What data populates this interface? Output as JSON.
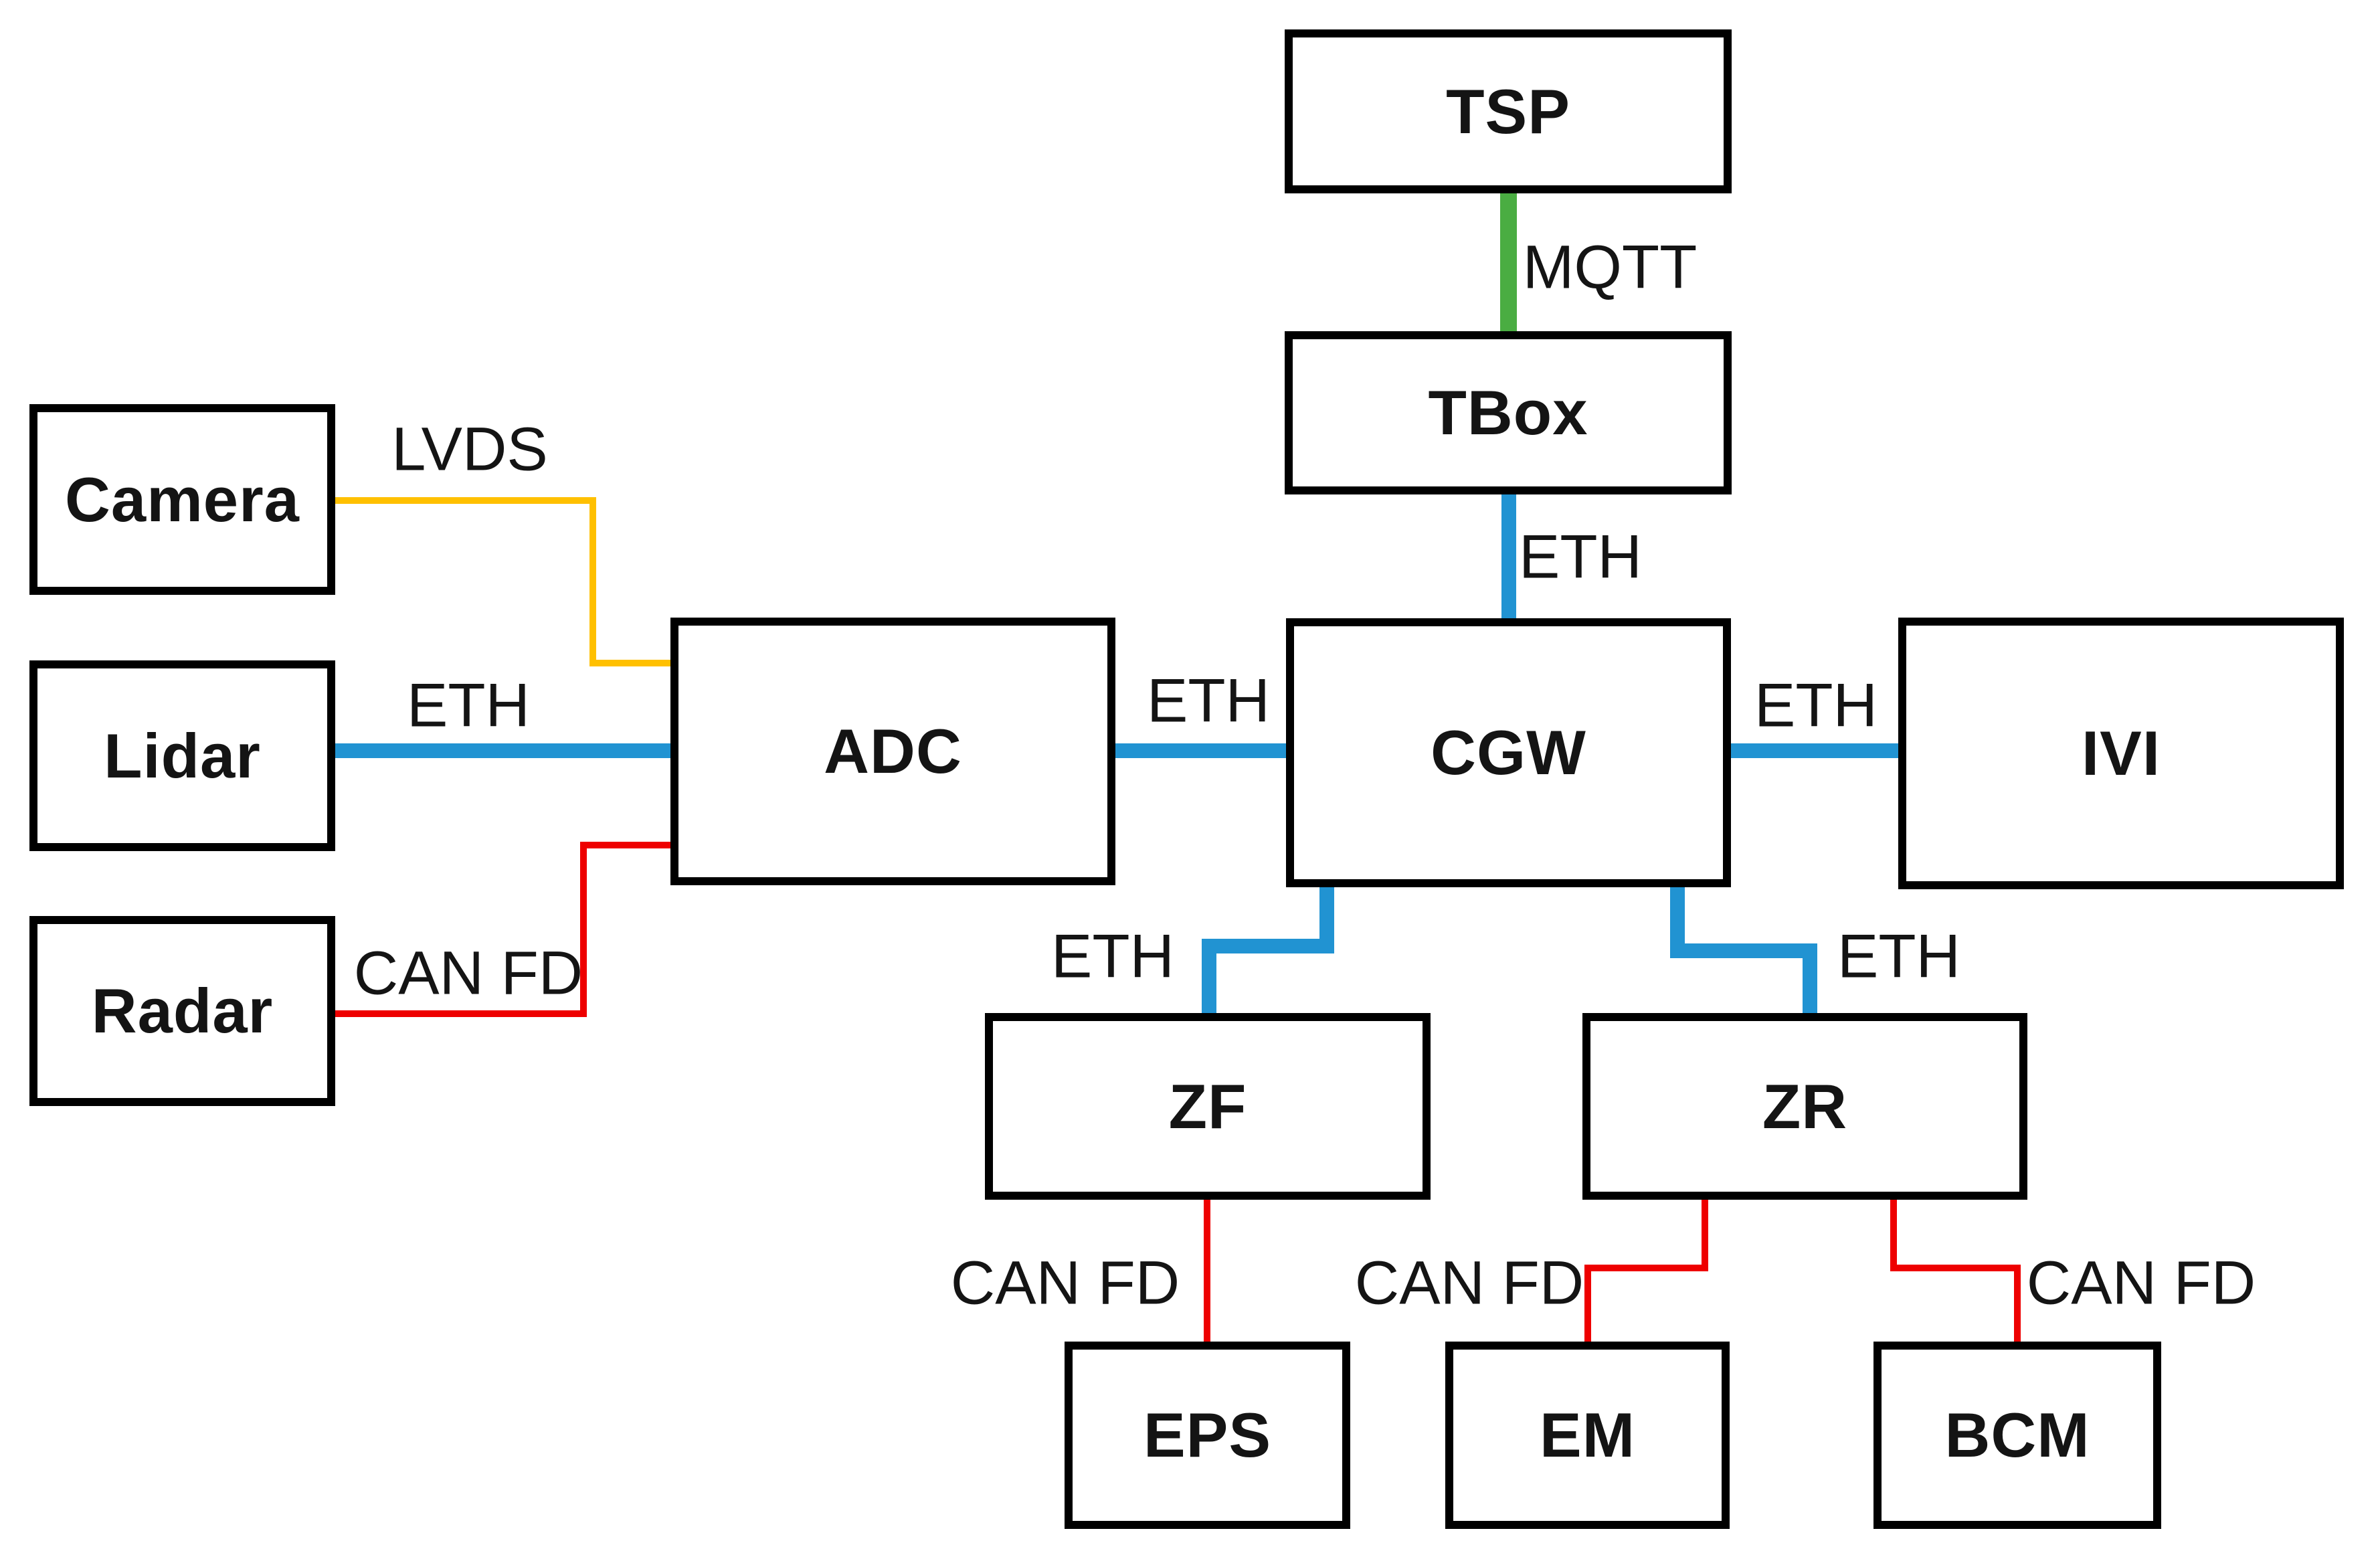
{
  "diagram": {
    "type": "block-diagram",
    "description_domain": "vehicle network architecture",
    "nodes": {
      "tsp": {
        "label": "TSP"
      },
      "tbox": {
        "label": "TBox"
      },
      "cgw": {
        "label": "CGW"
      },
      "adc": {
        "label": "ADC"
      },
      "ivi": {
        "label": "IVI"
      },
      "camera": {
        "label": "Camera"
      },
      "lidar": {
        "label": "Lidar"
      },
      "radar": {
        "label": "Radar"
      },
      "zf": {
        "label": "ZF"
      },
      "zr": {
        "label": "ZR"
      },
      "eps": {
        "label": "EPS"
      },
      "em": {
        "label": "EM"
      },
      "bcm": {
        "label": "BCM"
      }
    },
    "edges": [
      {
        "from": "TSP",
        "to": "TBox",
        "label": "MQTT",
        "bus": "mqtt"
      },
      {
        "from": "TBox",
        "to": "CGW",
        "label": "ETH",
        "bus": "eth"
      },
      {
        "from": "Camera",
        "to": "ADC",
        "label": "LVDS",
        "bus": "lvds"
      },
      {
        "from": "Lidar",
        "to": "ADC",
        "label": "ETH",
        "bus": "eth"
      },
      {
        "from": "Radar",
        "to": "ADC",
        "label": "CAN FD",
        "bus": "can_fd"
      },
      {
        "from": "ADC",
        "to": "CGW",
        "label": "ETH",
        "bus": "eth"
      },
      {
        "from": "CGW",
        "to": "IVI",
        "label": "ETH",
        "bus": "eth"
      },
      {
        "from": "CGW",
        "to": "ZF",
        "label": "ETH",
        "bus": "eth"
      },
      {
        "from": "CGW",
        "to": "ZR",
        "label": "ETH",
        "bus": "eth"
      },
      {
        "from": "ZF",
        "to": "EPS",
        "label": "CAN FD",
        "bus": "can_fd"
      },
      {
        "from": "ZR",
        "to": "EM",
        "label": "CAN FD",
        "bus": "can_fd"
      },
      {
        "from": "ZR",
        "to": "BCM",
        "label": "CAN FD",
        "bus": "can_fd"
      }
    ]
  },
  "colors": {
    "eth": "#2193d2",
    "mqtt": "#4aad42",
    "lvds": "#ffc000",
    "can_fd": "#ee0000",
    "node_border": "#000000",
    "node_fill": "#ffffff",
    "label_text": "#141414",
    "background": "#ffffff"
  }
}
